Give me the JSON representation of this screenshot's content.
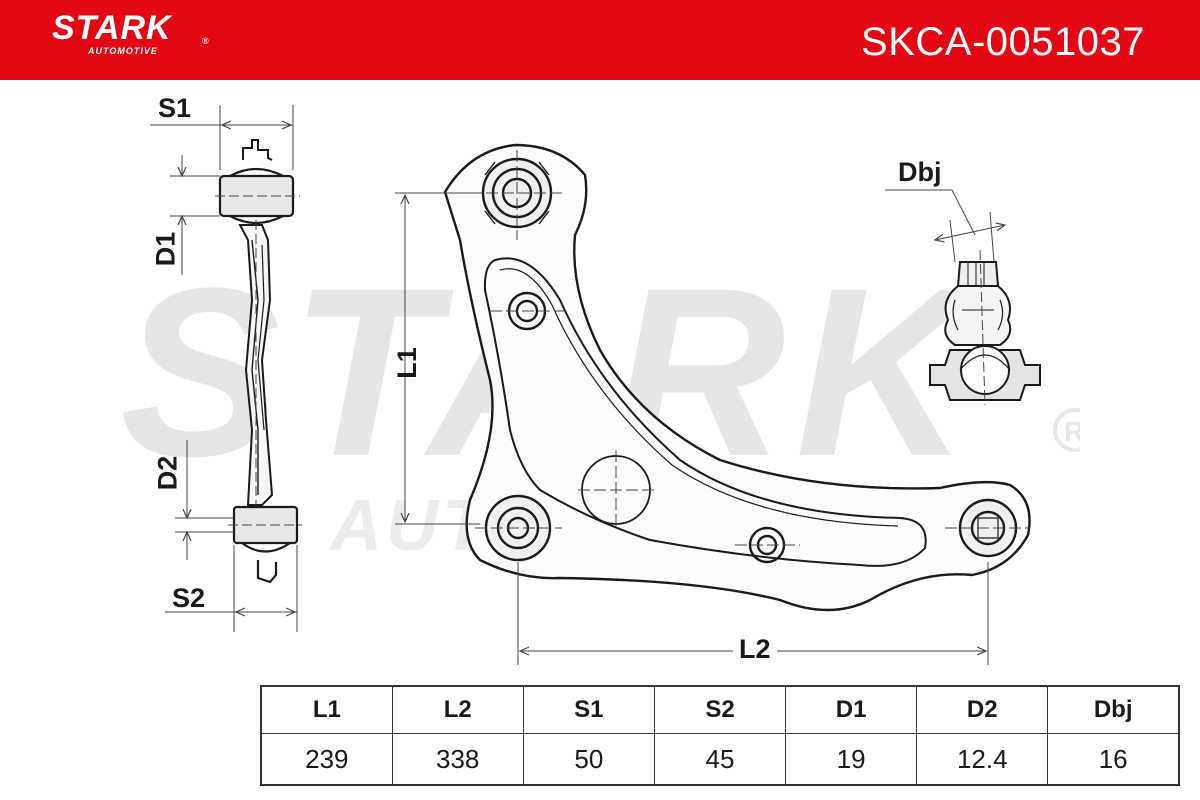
{
  "header": {
    "brand": "STARK",
    "brand_sub": "AUTOMOTIVE",
    "brand_mark": "®",
    "part_number": "SKCA-0051037",
    "background_color": "#e30613"
  },
  "watermark": {
    "main": "STARK",
    "sub": "AUTOMOTIVE",
    "mark": "®",
    "color": "#e6e6e6"
  },
  "diagram_labels": {
    "s1": "S1",
    "d1": "D1",
    "d2": "D2",
    "s2": "S2",
    "l1": "L1",
    "l2": "L2",
    "dbj": "Dbj"
  },
  "spec_table": {
    "columns": [
      {
        "key": "L1",
        "value": "239"
      },
      {
        "key": "L2",
        "value": "338"
      },
      {
        "key": "S1",
        "value": "50"
      },
      {
        "key": "S2",
        "value": "45"
      },
      {
        "key": "D1",
        "value": "19"
      },
      {
        "key": "D2",
        "value": "12.4"
      },
      {
        "key": "Dbj",
        "value": "16"
      }
    ]
  }
}
